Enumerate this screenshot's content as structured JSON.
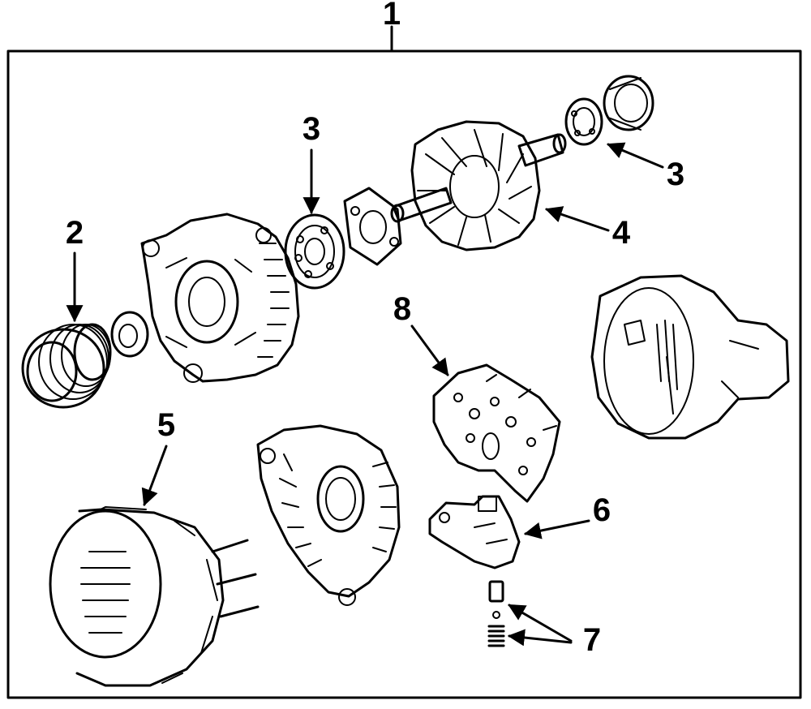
{
  "callouts": {
    "c1": "1",
    "c2": "2",
    "c3a": "3",
    "c3b": "3",
    "c4": "4",
    "c5": "5",
    "c6": "6",
    "c7": "7",
    "c8": "8"
  },
  "colors": {
    "ink": "#000000",
    "paper": "#ffffff"
  }
}
